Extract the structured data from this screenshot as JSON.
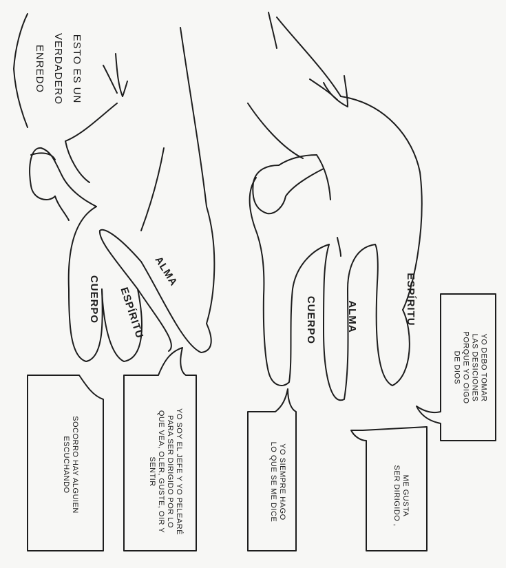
{
  "left_hand": {
    "caption": "ESTO ES UN\nVERDADERO\nENREDO",
    "fingers": {
      "top": "ALMA",
      "middle": "ESPÍRITU",
      "bottom": "CUERPO"
    },
    "bubble_alma": "YO SOY EL JEFE Y YO PELEARÉ\nPARA SER DIRIGIDO POR LO\nQUE VEA, OLER, GUSTE, OIR Y\nSENTIR",
    "bubble_espiritu": "SOCORRO HAY ALGUIEN\nESCUCHANDO"
  },
  "right_hand": {
    "fingers": {
      "top": "ESPÍRITU",
      "middle": "ALMA",
      "bottom": "CUERPO"
    },
    "bubble_espiritu": "YO DEBO TOMAR\nLAS DESICIONES\nPORQUE YO OIGO\nDE DIOS",
    "bubble_alma": "ME GUSTA\nSER DIRIGIDO ,",
    "bubble_cuerpo": "YO SIEMPRE HAGO\nLO QUE SE ME DICE"
  },
  "colors": {
    "ink": "#1d1d1d",
    "paper": "#f7f7f5"
  }
}
